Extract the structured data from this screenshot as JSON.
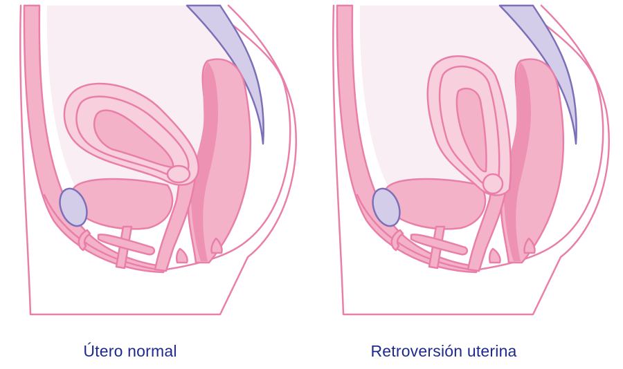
{
  "figures": [
    {
      "label": "Útero normal",
      "uterus_position": "anteverted"
    },
    {
      "label": "Retroversión uterina",
      "uterus_position": "retroverted"
    }
  ],
  "colors": {
    "outline": "#e97fa9",
    "organ_fill": "#f4b2c8",
    "bone_fill": "#d4cde9",
    "bone_outline": "#7c6fb8",
    "label": "#1d2a8c"
  }
}
